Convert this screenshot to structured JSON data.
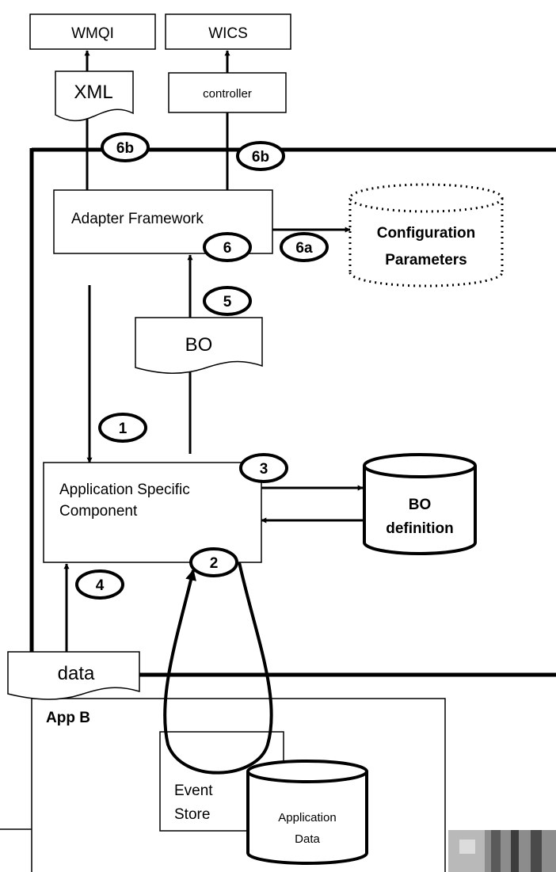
{
  "diagram": {
    "boxes": {
      "wmqi": "WMQI",
      "wics": "WICS",
      "controller": "controller",
      "adapter_framework": "Adapter Framework",
      "app_specific_line1": "Application Specific",
      "app_specific_line2": "Component",
      "app_b": "App B",
      "event_store_line1": "Event",
      "event_store_line2": "Store"
    },
    "documents": {
      "xml": "XML",
      "bo": "BO",
      "data": "data"
    },
    "databases": {
      "config_line1": "Configuration",
      "config_line2": "Parameters",
      "bo_def_line1": "BO",
      "bo_def_line2": "definition",
      "app_data_line1": "Application",
      "app_data_line2": "Data"
    },
    "steps": [
      "6b",
      "6b",
      "6",
      "6a",
      "5",
      "1",
      "3",
      "2",
      "4"
    ]
  }
}
